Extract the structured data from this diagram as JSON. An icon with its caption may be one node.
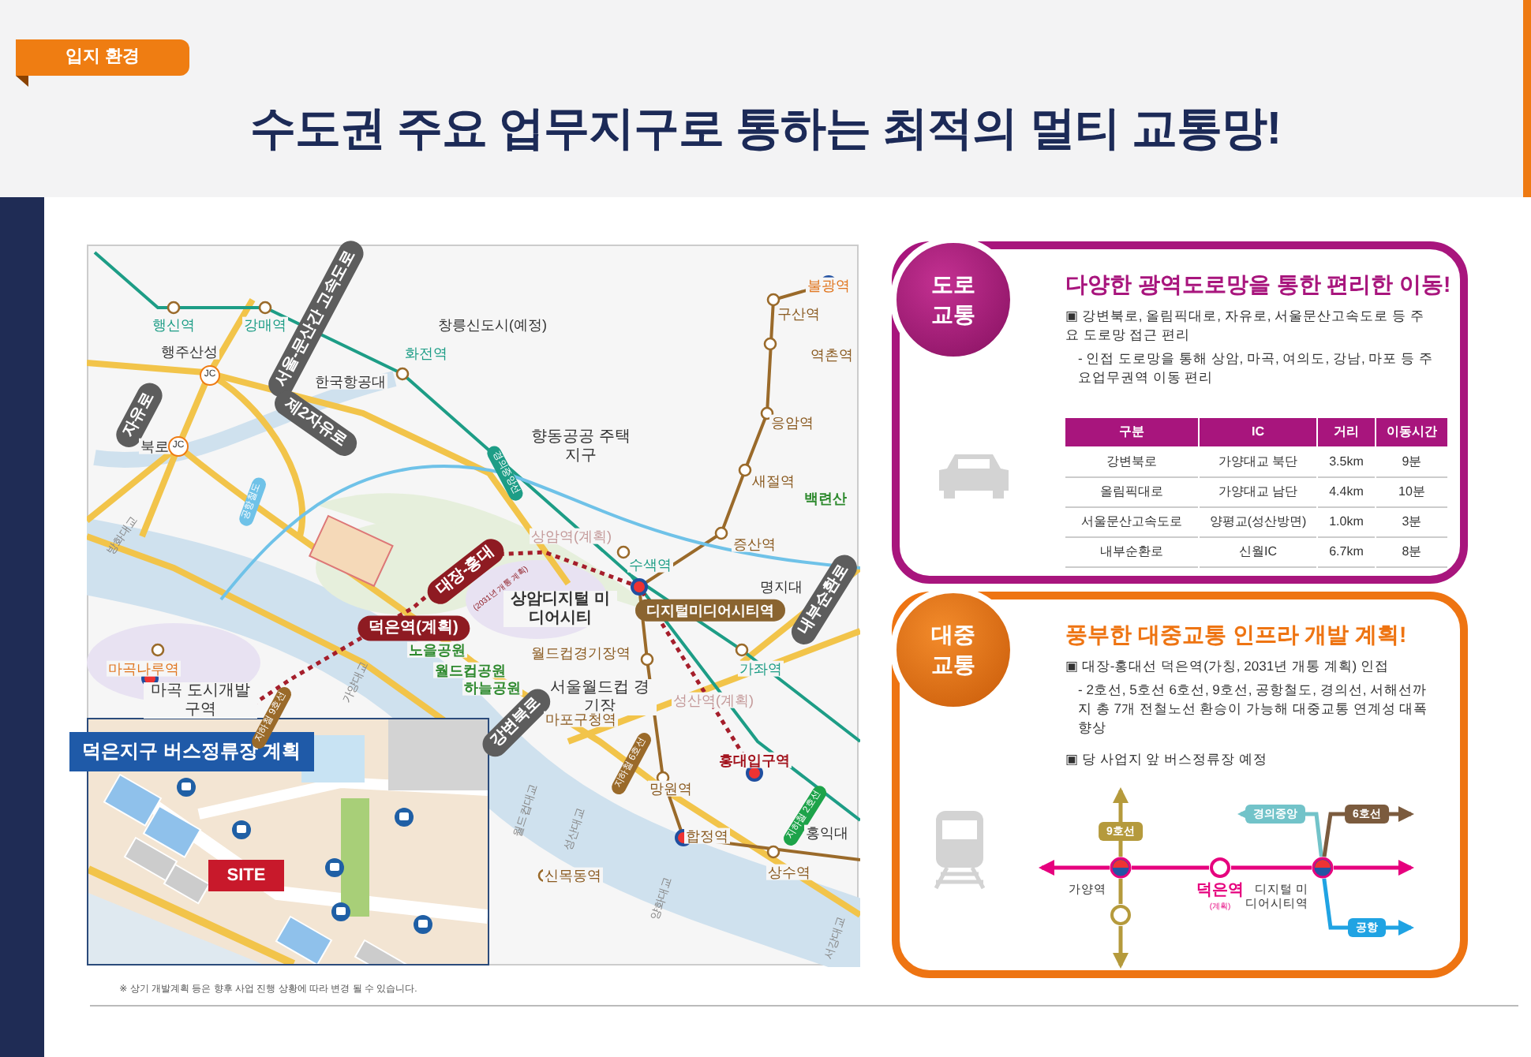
{
  "diagram": {
    "title": "수도권 주요 업무지구로 통하는 최적의 멀티 교통망!",
    "nodes": [
      {
        "text": [
          "다양한 광역도로망을 통한 편리한 이동!",
          "▣ 강변북로, 올림픽대로, 자유로, 서울문산고속도로 등 주요 도로망 접근 편리",
          "- 인접 도로망을 통해 상암, 마곡, 여의도, 강남, 마포 등 주요업무권역 이동 편리"
        ]
      },
      {
        "text": [
          "도로 교통"
        ],
        "in": 0
      },
      {
        "text": [
          "풍부한 대중교통 인프라 개발 계획!",
          "▣ 대장-홍대선 덕은역(가칭, 2031년 개통 계획) 인접",
          "- 2호선, 5호선 6호선, 9호선, 공항철도, 경의선, 서해선까지 총 7개 전철노선 환승이 가능해 대중교통 연계성 대폭 향상",
          "▣ 당 사업지 앞 버스정류장 예정"
        ]
      },
      {
        "text": [
          "대중 교통"
        ],
        "in": 2
      },
      {
        "text": [
          "가양역"
        ],
        "in": 2
      },
      {
        "text": [],
        "shape": "circle",
        "in": 2
      },
      {
        "text": [
          "덕은역"
        ],
        "beside": [
          "(계획)"
        ],
        "in": 2
      },
      {
        "text": [
          "디지털 미디어시티역"
        ],
        "in": 2
      },
      {
        "text": [
          "덕은지구 버스정류장 계획"
        ]
      },
      {
        "text": [
          "SITE"
        ],
        "in": 8
      }
    ],
    "edges": [
      {
        "from": 4,
        "to": null,
        "arrow": "to"
      },
      {
        "from": 4,
        "to": 6,
        "arrow": "none"
      },
      {
        "from": 6,
        "to": 7,
        "arrow": "none"
      },
      {
        "from": 7,
        "to": null,
        "arrow": "to"
      },
      {
        "from": 4,
        "to": null,
        "arrow": "to",
        "label": "9호선",
        "color": "#b59a3c"
      },
      {
        "from": 4,
        "to": 5,
        "arrow": "none",
        "color": "#b59a3c"
      },
      {
        "from": 5,
        "to": null,
        "arrow": "to",
        "color": "#b59a3c"
      },
      {
        "from": 7,
        "to": null,
        "arrow": "to",
        "label": "경의중앙",
        "color": "#72c3c9"
      },
      {
        "from": 7,
        "to": null,
        "arrow": "to",
        "label": "6호선",
        "color": "#7b5b3e"
      },
      {
        "from": 7,
        "to": null,
        "arrow": "to",
        "label": "공항",
        "color": "#20a3e3"
      }
    ],
    "labels": [
      "입지 환경",
      "불광역",
      "행신역",
      "강매역",
      "서울-문산간 고속도로",
      "창릉신도시(예정)",
      "구산역",
      "행주산성",
      "화전역",
      "역촌역",
      "JC",
      "한국항공대",
      "자유로",
      "제2자유로",
      "응암역",
      "북로",
      "JC",
      "향동공공 주택지구",
      "경의중앙선",
      "새절역",
      "공항철도",
      "백련산",
      "방화대교",
      "상암역(계획)",
      "증산역",
      "대장-홍대",
      "수색역",
      "(2031년 개통 계획)",
      "명지대",
      "상암디지털 미디어시티",
      "디지털미디어시티역",
      "내부순환로",
      "덕은역(계획)",
      "노을공원",
      "월드컵경기장역",
      "마곡나루역",
      "월드컵공원",
      "가좌역",
      "가양대교",
      "하늘공원",
      "마곡 도시개발구역",
      "서울월드컵 경기장",
      "성산역(계획)",
      "지하철 9호선",
      "강변북로",
      "마포구청역",
      "지하철 6호선",
      "홍대입구역",
      "망원역",
      "월드컵대교",
      "성산대교",
      "합정역",
      "지하철 2호선",
      "홍익대",
      "신목동역",
      "상수역",
      "양화대교",
      "서강대교",
      "구분",
      "IC",
      "거리",
      "이동시간",
      "강변북로",
      "가양대교 북단",
      "3.5km",
      "9분",
      "올림픽대로",
      "가양대교 남단",
      "4.4km",
      "10분",
      "서울문산고속도로",
      "양평교(성산방면)",
      "1.0km",
      "3분",
      "내부순환로",
      "신월IC",
      "6.7km",
      "8분",
      "※ 상기 개발계획 등은 향후 사업 진행 상황에 따라 변경 될 수 있습니다."
    ]
  }
}
